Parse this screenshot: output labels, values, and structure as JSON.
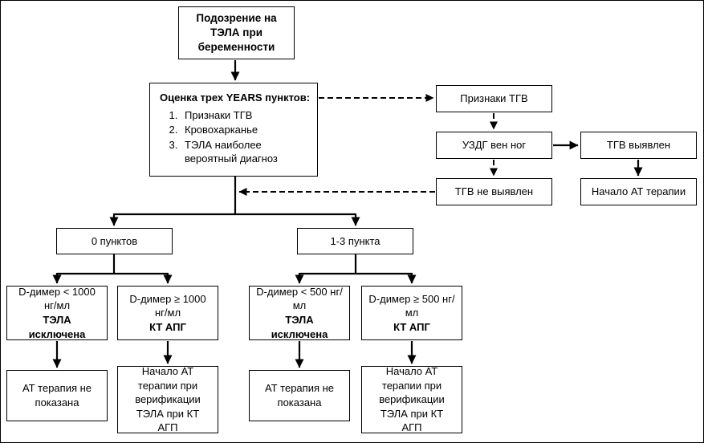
{
  "colors": {
    "stroke": "#000000",
    "background": "#ffffff",
    "text": "#000000"
  },
  "diagram": {
    "suspicion": "Подозрение на ТЭЛА при беременности",
    "years_box": {
      "title": "Оценка трех YEARS пунктов:",
      "items": [
        "Признаки ТГВ",
        "Кровохарканье",
        "ТЭЛА наиболее вероятный диагноз"
      ]
    },
    "tgv_signs": "Признаки ТГВ",
    "uzdg": "УЗДГ вен ног",
    "tgv_found": "ТГВ выявлен",
    "at_start": "Начало АТ терапии",
    "tgv_not_found": "ТГВ не выявлен",
    "points_0": "0 пунктов",
    "points_1_3": "1-3 пункта",
    "dimer_lt_1000": {
      "text": "D-димер < 1000 нг/мл",
      "bold": "ТЭЛА исключена"
    },
    "dimer_ge_1000": {
      "text": "D-димер ≥ 1000 нг/мл",
      "bold": "КТ АПГ"
    },
    "dimer_lt_500": {
      "text": "D-димер < 500 нг/мл",
      "bold": "ТЭЛА исключена"
    },
    "dimer_ge_500": {
      "text": "D-димер ≥ 500 нг/мл",
      "bold": "КТ АПГ"
    },
    "no_at_left": "АТ терапия не показана",
    "at_verify_left": "Начало АТ терапии при верификации ТЭЛА при КТ АГП",
    "no_at_right": "АТ терапия не показана",
    "at_verify_right": "Начало АТ терапии при верификации ТЭЛА при КТ АГП",
    "connections": [
      {
        "from": "suspicion",
        "to": "years-box",
        "style": "solid"
      },
      {
        "from": "years-box",
        "to": "tgv-signs",
        "style": "dashed"
      },
      {
        "from": "tgv-signs",
        "to": "uzdg",
        "style": "dashed"
      },
      {
        "from": "uzdg",
        "to": "tgv-found",
        "style": "solid"
      },
      {
        "from": "tgv-found",
        "to": "at-start",
        "style": "solid"
      },
      {
        "from": "uzdg",
        "to": "tgv-not-found",
        "style": "dashed"
      },
      {
        "from": "tgv-not-found",
        "to": "main-flow",
        "style": "dashed"
      },
      {
        "from": "years-box",
        "to": "points-0",
        "style": "solid"
      },
      {
        "from": "years-box",
        "to": "points-1-3",
        "style": "solid"
      },
      {
        "from": "points-0",
        "to": "dimer-lt-1000",
        "style": "solid"
      },
      {
        "from": "points-0",
        "to": "dimer-ge-1000",
        "style": "solid"
      },
      {
        "from": "points-1-3",
        "to": "dimer-lt-500",
        "style": "solid"
      },
      {
        "from": "points-1-3",
        "to": "dimer-ge-500",
        "style": "solid"
      },
      {
        "from": "dimer-lt-1000",
        "to": "no-at-left",
        "style": "solid"
      },
      {
        "from": "dimer-ge-1000",
        "to": "at-verify-left",
        "style": "solid"
      },
      {
        "from": "dimer-lt-500",
        "to": "no-at-right",
        "style": "solid"
      },
      {
        "from": "dimer-ge-500",
        "to": "at-verify-right",
        "style": "solid"
      }
    ]
  }
}
